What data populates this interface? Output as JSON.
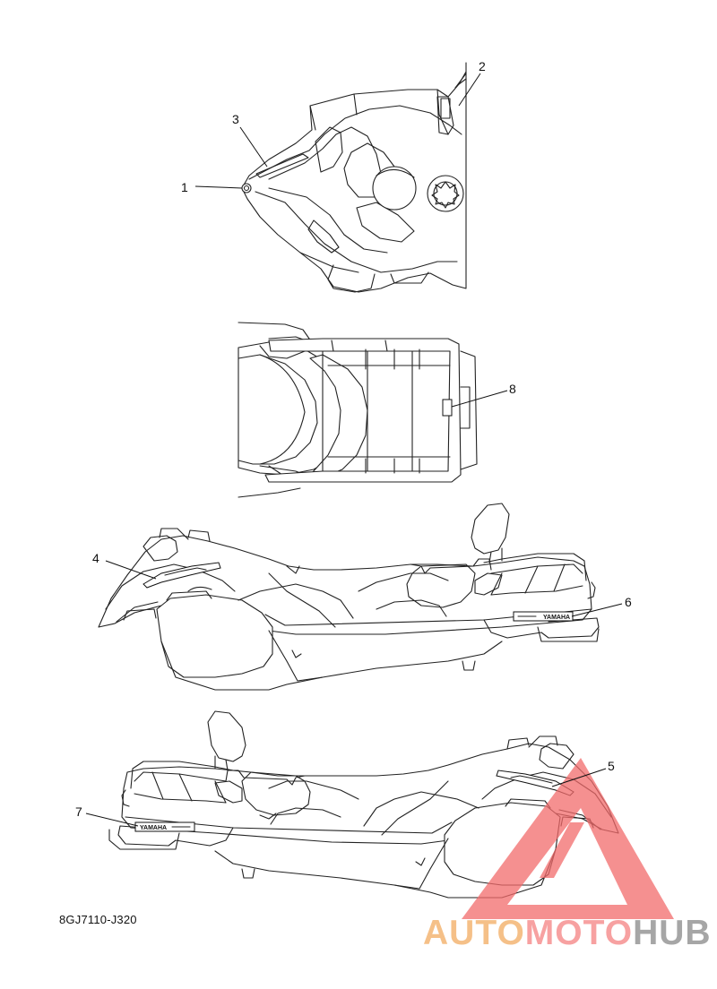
{
  "callouts": [
    {
      "num": "1"
    },
    {
      "num": "2"
    },
    {
      "num": "3"
    },
    {
      "num": "4"
    },
    {
      "num": "5"
    },
    {
      "num": "6"
    },
    {
      "num": "7"
    },
    {
      "num": "8"
    }
  ],
  "decals": {
    "brand": "YAMAHA"
  },
  "part_code": "8GJ7110-J320",
  "watermark": {
    "part1": "AUTO",
    "part2": "MOTO",
    "part3": "HUB"
  },
  "colors": {
    "watermark_triangle": "#f26b6b",
    "watermark_auto": "#f5c088",
    "watermark_moto": "#f7a1a1",
    "watermark_hub": "#a6a6a6"
  }
}
